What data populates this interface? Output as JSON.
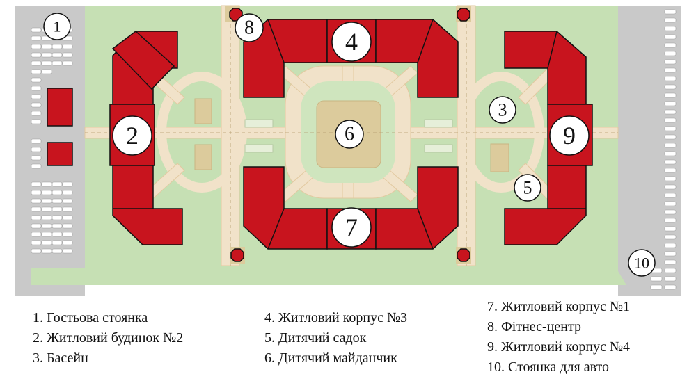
{
  "map": {
    "markers": [
      {
        "id": "1",
        "label": "1"
      },
      {
        "id": "2",
        "label": "2"
      },
      {
        "id": "3",
        "label": "3"
      },
      {
        "id": "4",
        "label": "4"
      },
      {
        "id": "5",
        "label": "5"
      },
      {
        "id": "6",
        "label": "6"
      },
      {
        "id": "7",
        "label": "7"
      },
      {
        "id": "8",
        "label": "8"
      },
      {
        "id": "9",
        "label": "9"
      },
      {
        "id": "10",
        "label": "10"
      }
    ],
    "colors": {
      "building": "#c8141e",
      "lawn": "#c6e0b4",
      "path": "#f1e2c9",
      "parking": "#c9c9c9",
      "playground": "#dccb9c"
    }
  },
  "legend": [
    "1. Гостьова стоянка",
    "2. Житловий будинок №2",
    "3. Басейн",
    "4. Житловий корпус №3",
    "5. Дитячий садок",
    "6. Дитячий майданчик",
    "7. Житловий корпус №1",
    "8. Фітнес-центр",
    "9. Житловий корпус №4",
    "10. Стоянка для авто"
  ]
}
